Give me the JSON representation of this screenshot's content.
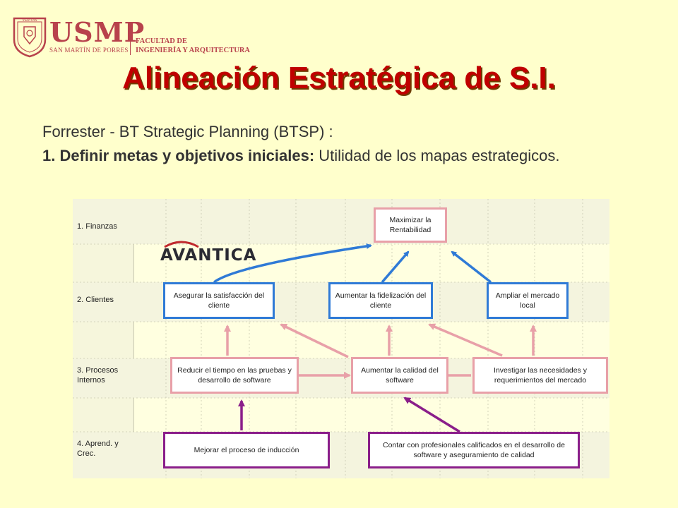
{
  "header": {
    "logo_text": "USMP",
    "logo_subtitle": "SAN MARTÍN DE PORRES",
    "faculty_line1": "FACULTAD DE",
    "faculty_line2": "INGENIERÍA Y ARQUITECTURA",
    "seal_text": "VERITAS LIBERABIT VOS"
  },
  "slide": {
    "title": "Alineación Estratégica de S.I.",
    "line1": "Forrester - BT Strategic Planning (BTSP) :",
    "point_bold": "1. Definir metas y objetivos iniciales:",
    "point_rest": " Utilidad de los mapas estrategicos."
  },
  "diagram": {
    "brand": "AVANTICA",
    "lanes": [
      {
        "label": "1. Finanzas"
      },
      {
        "label": "2. Clientes"
      },
      {
        "label": "3. Procesos Internos"
      },
      {
        "label": "4. Aprend. y Crec."
      }
    ],
    "boxes": {
      "maximizar": "Maximizar la Rentabilidad",
      "satisfaccion": "Asegurar la satisfacción del cliente",
      "fidelizacion": "Aumentar la fidelización del cliente",
      "mercado": "Ampliar el mercado local",
      "reducir": "Reducir el tiempo en las pruebas y desarrollo de software",
      "calidad": "Aumentar la calidad del software",
      "investigar": "Investigar las necesidades y requerimientos del mercado",
      "induccion": "Mejorar el proceso de inducción",
      "profesionales": "Contar con profesionales calificados en el desarrollo de software y aseguramiento de calidad"
    },
    "colors": {
      "blue": "#2f7ad6",
      "pink": "#e8a0a8",
      "purple": "#8a1e8a"
    }
  }
}
